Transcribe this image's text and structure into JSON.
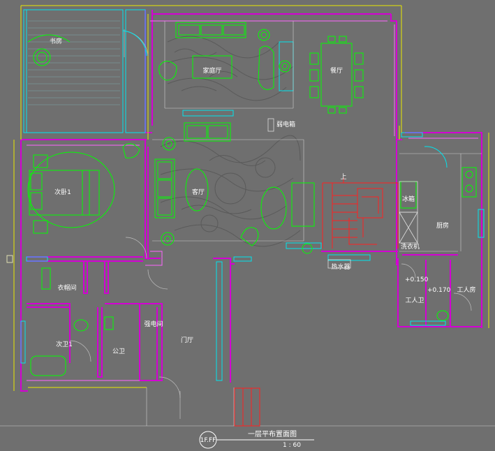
{
  "colors": {
    "background": "#6f6f6f",
    "wall": "#d400d4",
    "wall_light": "#ff66ff",
    "window": "#00e5ee",
    "furniture": "#00ff00",
    "stair": "#ff2020",
    "annotation": "#e8e800",
    "line": "#ffffff",
    "pattern": "#5c5c5c"
  },
  "rooms": {
    "study": "书房",
    "family_room": "家庭厅",
    "dining": "餐厅",
    "weak_current_box": "弱电箱",
    "second_bedroom": "次卧1",
    "living_room": "客厅",
    "fridge": "冰箱",
    "kitchen": "厨房",
    "washer": "洗衣机",
    "stair_up": "上",
    "water_heater": "热水器",
    "elev_a": "+0.150",
    "elev_b": "+0.170",
    "maid_bath": "工人卫",
    "maid_room": "工人房",
    "closet": "衣帽间",
    "second_bath": "次卫1",
    "public_bath": "公卫",
    "electrical_room": "强电间",
    "entrance": "门厅"
  },
  "title_block": {
    "symbol": "1F.FF",
    "title": "一层平布置面图",
    "scale": "1 : 60"
  }
}
